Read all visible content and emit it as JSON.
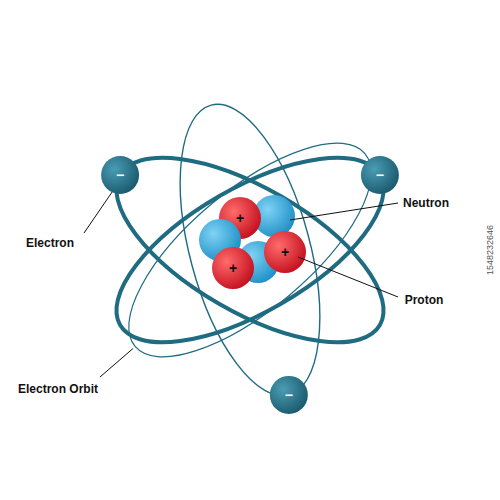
{
  "diagram": {
    "labels": [
      "Neutron",
      "Electron",
      "Proton",
      "Electron Orbit",
      "−",
      "−",
      "−",
      "+",
      "+",
      "+",
      "1548232646"
    ]
  }
}
